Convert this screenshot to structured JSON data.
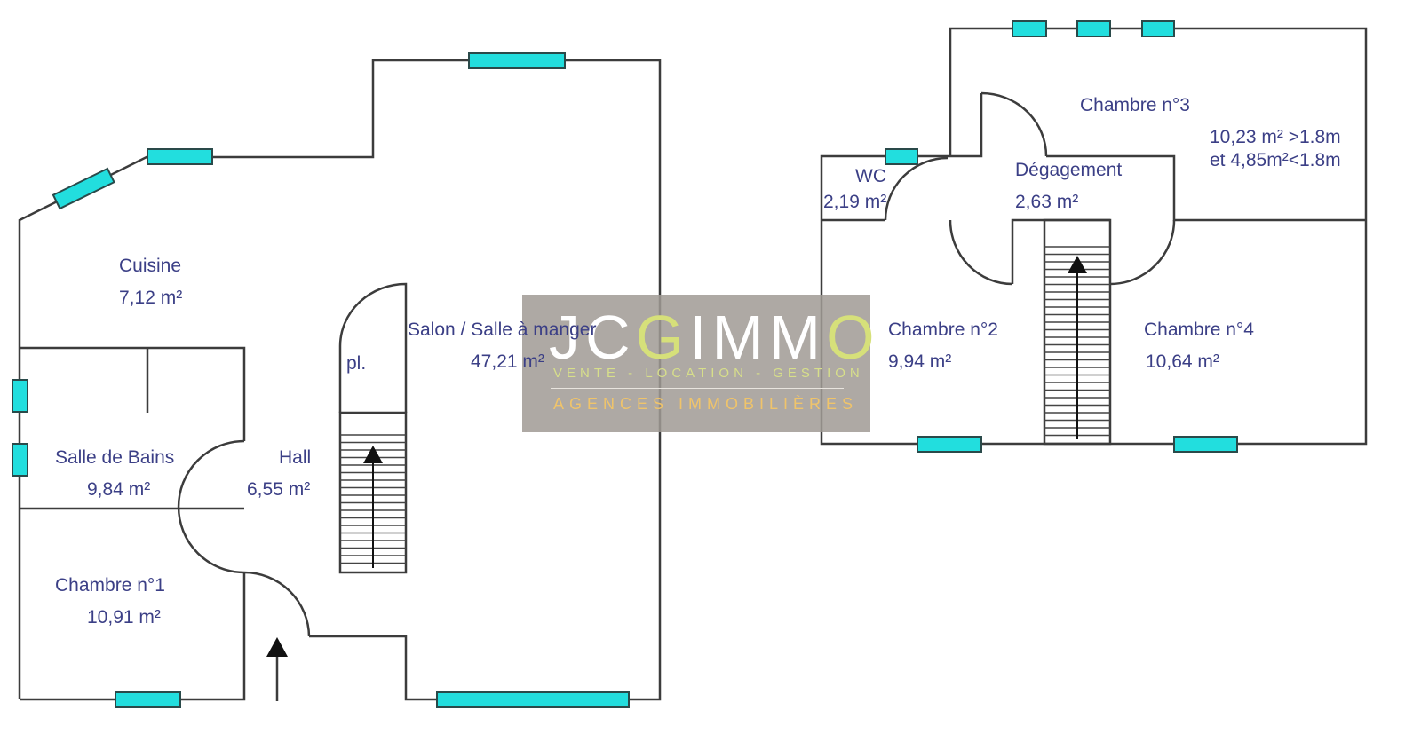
{
  "ground_floor": {
    "rooms": [
      {
        "name": "Cuisine",
        "area": "7,12  m²"
      },
      {
        "name": "Salon / Salle à manger",
        "area": "47,21  m²"
      },
      {
        "name": "pl.",
        "area": ""
      },
      {
        "name": "Salle de Bains",
        "area": "9,84  m²"
      },
      {
        "name": "Hall",
        "area": "6,55  m²"
      },
      {
        "name": "Chambre n°1",
        "area": "10,91  m²"
      }
    ]
  },
  "upper_floor": {
    "rooms": [
      {
        "name": "Chambre n°3",
        "area": "10,23  m² >1.8m",
        "area2": "et 4,85m²<1.8m"
      },
      {
        "name": "WC",
        "area": "2,19 m²"
      },
      {
        "name": "Dégagement",
        "area": "2,63  m²"
      },
      {
        "name": "Chambre n°2",
        "area": "9,94  m²"
      },
      {
        "name": "Chambre n°4",
        "area": "10,64  m²"
      }
    ]
  },
  "watermark": {
    "logo_text": "JCGIMMO",
    "tagline": "VENTE - LOCATION - GESTION",
    "subtitle": "AGENCES IMMOBILIÈRES"
  },
  "colors": {
    "window": "#22dede",
    "text": "#3b3f86",
    "wall": "#3c3c3c"
  }
}
